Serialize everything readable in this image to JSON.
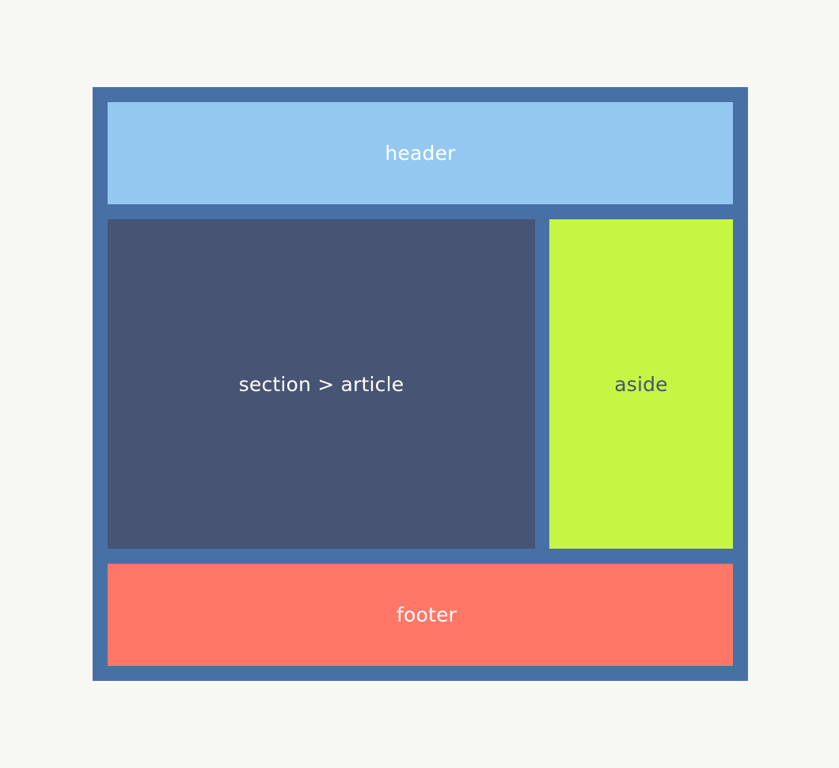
{
  "layout": {
    "header": {
      "label": "header",
      "color": "#94c8f0"
    },
    "section": {
      "label": "section > article",
      "color": "#475473"
    },
    "aside": {
      "label": "aside",
      "color": "#c7f543"
    },
    "footer": {
      "label": "footer",
      "color": "#ff7767"
    },
    "frame_color": "#4770a6"
  }
}
